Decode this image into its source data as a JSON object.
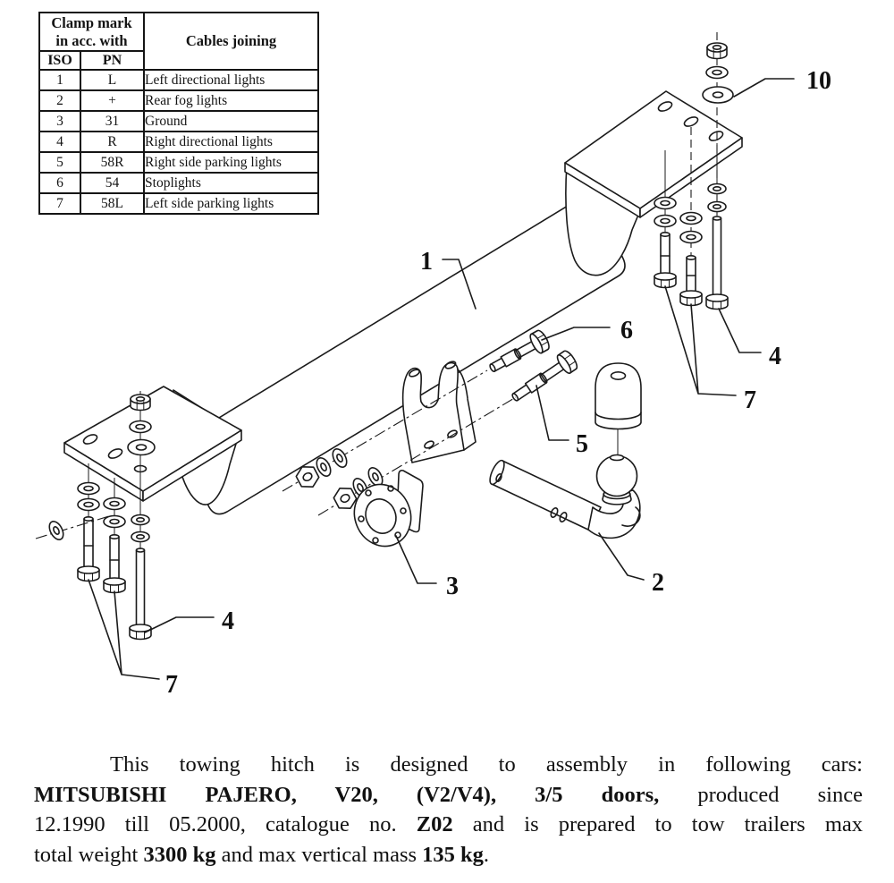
{
  "colors": {
    "paper": "#ffffff",
    "ink": "#1b1b1b"
  },
  "table": {
    "header": {
      "clamp_mark_line1": "Clamp mark",
      "clamp_mark_line2": "in acc. with",
      "iso": "ISO",
      "pn": "PN",
      "cables": "Cables joining"
    },
    "rows": [
      {
        "iso": "1",
        "pn": "L",
        "cable": "Left directional lights"
      },
      {
        "iso": "2",
        "pn": "+",
        "cable": "Rear fog lights"
      },
      {
        "iso": "3",
        "pn": "31",
        "cable": "Ground"
      },
      {
        "iso": "4",
        "pn": "R",
        "cable": "Right directional lights"
      },
      {
        "iso": "5",
        "pn": "58R",
        "cable": "Right side parking lights"
      },
      {
        "iso": "6",
        "pn": "54",
        "cable": "Stoplights"
      },
      {
        "iso": "7",
        "pn": "58L",
        "cable": "Left side parking lights"
      }
    ]
  },
  "callouts": {
    "p1": "1",
    "p2": "2",
    "p3": "3",
    "p4": "4",
    "p5": "5",
    "p6": "6",
    "p7": "7",
    "p10": "10"
  },
  "footer": {
    "lines": [
      {
        "segments": [
          {
            "t": "This towing hitch is designed to assembly in following cars:"
          }
        ]
      },
      {
        "segments": [
          {
            "t": "MITSUBISHI PAJERO, V20, (V2/V4), 3/5 doors,"
          },
          {
            "t": " produced since"
          }
        ]
      },
      {
        "segments": [
          {
            "t": "12.1990 till 05.2000, catalogue no. "
          },
          {
            "t": "Z02"
          },
          {
            "t": " and is prepared to tow trailers max"
          }
        ]
      },
      {
        "segments": [
          {
            "t": "total weight "
          },
          {
            "t": "3300 kg"
          },
          {
            "t": " and max vertical mass "
          },
          {
            "t": "135 kg"
          },
          {
            "t": "."
          }
        ]
      }
    ]
  }
}
